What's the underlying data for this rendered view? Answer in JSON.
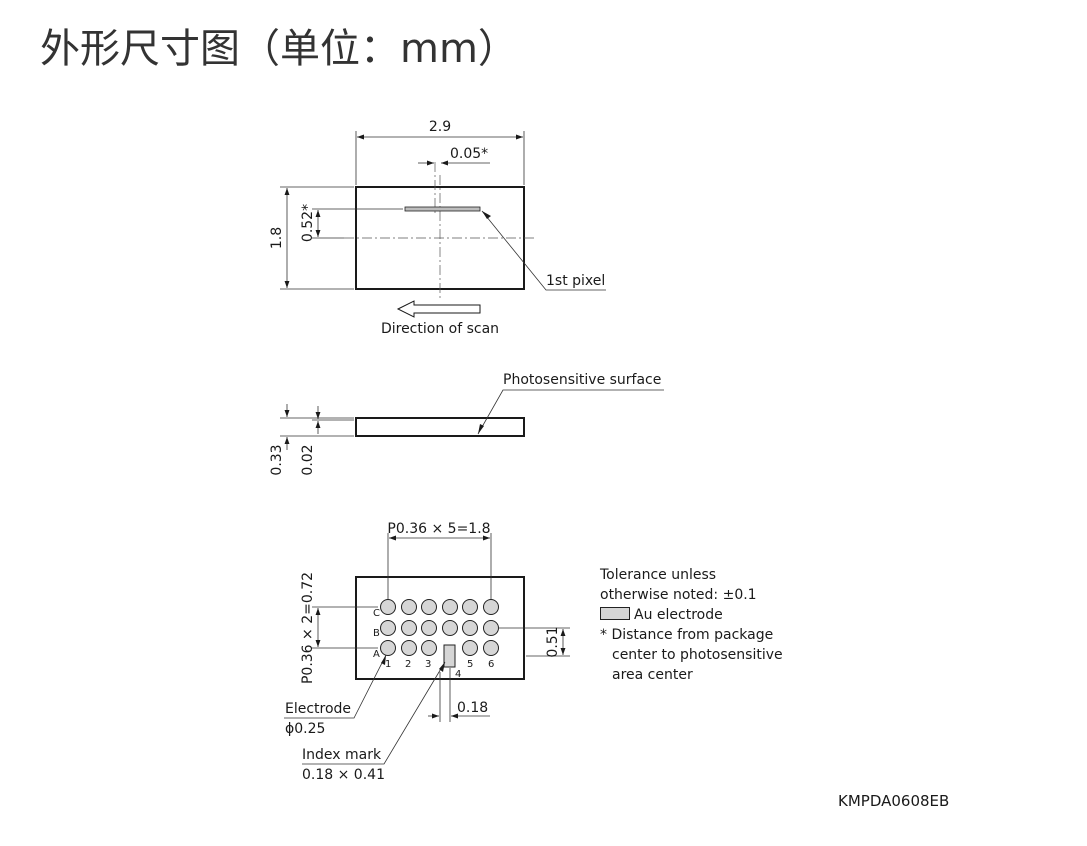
{
  "title": "外形尺寸图（单位：mm）",
  "top_view": {
    "width_dim": "2.9",
    "offset_x_dim": "0.05*",
    "height_dim": "1.8",
    "offset_y_dim": "0.52*",
    "first_pixel_label": "1st pixel",
    "scan_label": "Direction of scan"
  },
  "side_view": {
    "surface_label": "Photosensitive surface",
    "thickness_dim": "0.33",
    "surface_depth_dim": "0.02"
  },
  "bottom_view": {
    "pitch_x_dim": "P0.36 × 5=1.8",
    "pitch_y_dim": "P0.36 × 2=0.72",
    "row_labels": [
      "C",
      "B",
      "A"
    ],
    "column_labels": [
      "1",
      "2",
      "3",
      "4",
      "5",
      "6"
    ],
    "pad_offset_dim": "0.51",
    "index_offset_dim": "0.18",
    "electrode_label": "Electrode",
    "electrode_size": "ϕ0.25",
    "index_label": "Index mark",
    "index_size": "0.18 × 0.41"
  },
  "notes": {
    "tolerance_line1": "Tolerance unless",
    "tolerance_line2": "otherwise noted: ±0.1",
    "au_label": "Au electrode",
    "distance_line1": "* Distance from package",
    "distance_line2": "center to photosensitive",
    "distance_line3": "area center"
  },
  "drawing_code": "KMPDA0608EB",
  "colors": {
    "pad_fill": "#d6d6d6",
    "line": "#1a1a1a",
    "title": "#333333"
  }
}
